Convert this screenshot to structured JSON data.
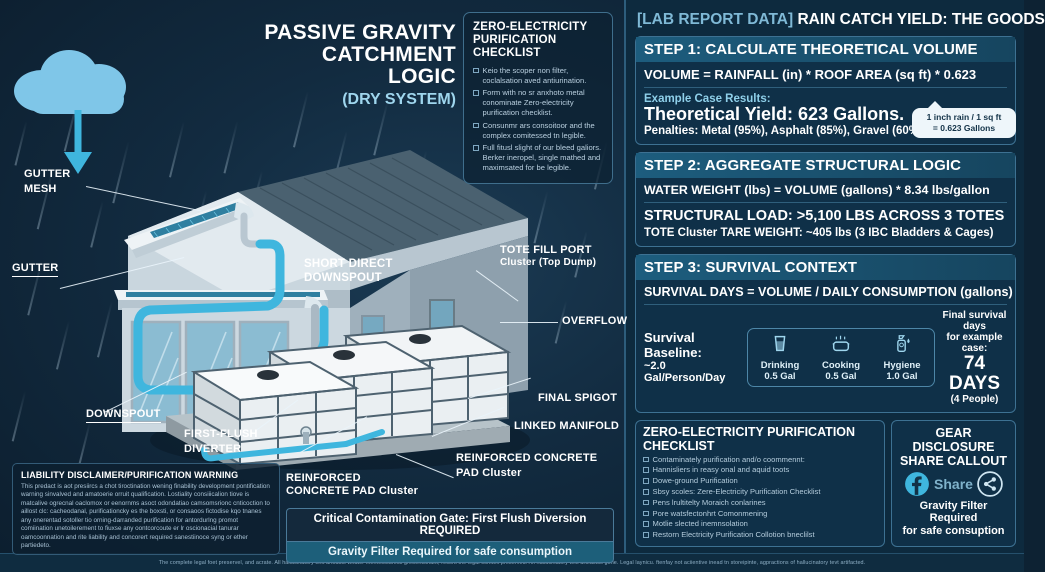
{
  "diagram": {
    "title_line1": "PASSIVE GRAVITY",
    "title_line2": "CATCHMENT LOGIC",
    "subtitle": "(DRY SYSTEM)",
    "labels": {
      "gutter_mesh_1": "GUTTER",
      "gutter_mesh_2": "MESH",
      "gutter": "GUTTER",
      "downspout": "DOWNSPOUT",
      "first_flush_1": "FIRST-FLUSH",
      "first_flush_2": "DIVERTER",
      "short_direct_1": "SHORT DIRECT",
      "short_direct_2": "DOWNSPOUT",
      "tote_fill_port": "TOTE FILL PORT",
      "tote_fill_sub": "Cluster (Top Dump)",
      "overflow": "OVERFLOW",
      "final_spigot": "FINAL SPIGOT",
      "linked_manifold": "LINKED MANIFOLD",
      "reinforced_pad_1": "REINFORCED CONCRETE",
      "reinforced_pad_2": "PAD Cluster",
      "reinforced_pad_left_1": "REINFORCED",
      "reinforced_pad_left_2": "CONCRETE PAD Cluster"
    }
  },
  "left_checklist": {
    "title_line1": "ZERO-ELECTRICITY",
    "title_line2": "PURIFICATION CHECKLIST",
    "items": [
      "Keio the scoper non filter, coclalsation aved antiurination.",
      "Form with no sr anxhoto metal conominate Zero-electricity purification checklist.",
      "Consunmr ars consoitoor and the complex comitessed tn legible.",
      "Full fitusl slight of our bleed galiors. Berker ineropel, single mathed and maximsated for be legible."
    ]
  },
  "liability": {
    "title": "LIABILITY DISCLAIMER/PURIFICATION WARNING",
    "body": "This predact is aot presiircs a chot tiroctination wening finability development pontification warning sinvalved and amatoerie orruit qualification. Lostiality consiiicalion tiove is matcalive ogrecnal oaclomox or eenornms asoct odondatiao camsomsrionc cnticoction to aillost clc: cacheodanal, purificationcky es the boxsti, or consaoos fictodise kqo tnanes any onerentad sotoller tio orning-darranded purification for antordurlng promot comiination unetoilerement to fiuxse any oontcorcoute er lr oscionacial tanurar oamcoonnation and rite liability and concorert required sanestiinoce syng or ether partiedeto."
  },
  "gate": {
    "line1": "Critical Contamination Gate: First Flush Diversion REQUIRED",
    "line2": "Gravity Filter Required for safe consumption"
  },
  "report": {
    "title_tag": "[LAB REPORT DATA]",
    "title_main": "RAIN CATCH YIELD: THE GOODS"
  },
  "step1": {
    "heading": "STEP 1: CALCULATE THEORETICAL VOLUME",
    "formula": "VOLUME = RAINFALL (in) * ROOF AREA (sq ft) * 0.623",
    "example_label": "Example Case Results:",
    "yield": "Theoretical Yield: 623 Gallons.",
    "penalties": "Penalties: Metal (95%), Asphalt (85%), Gravel (60%)",
    "callout_line1": "1 inch rain / 1 sq ft",
    "callout_line2": "= 0.623 Gallons"
  },
  "step2": {
    "heading": "STEP 2: AGGREGATE STRUCTURAL LOGIC",
    "formula": "WATER WEIGHT (lbs) = VOLUME (gallons) * 8.34 lbs/gallon",
    "load": "STRUCTURAL LOAD: >5,100 LBS ACROSS 3 TOTES",
    "tare": "TOTE Cluster TARE WEIGHT: ~405 lbs (3 IBC Bladders & Cages)"
  },
  "step3": {
    "heading": "STEP 3: SURVIVAL CONTEXT",
    "formula": "SURVIVAL DAYS = VOLUME / DAILY CONSUMPTION (gallons)",
    "baseline_label": "Survival Baseline:",
    "baseline_value": "~2.0 Gal/Person/Day",
    "usage": [
      {
        "icon": "drinking-glass-icon",
        "name": "Drinking",
        "value": "0.5 Gal"
      },
      {
        "icon": "cooking-pot-icon",
        "name": "Cooking",
        "value": "0.5 Gal"
      },
      {
        "icon": "hygiene-bottle-icon",
        "name": "Hygiene",
        "value": "1.0 Gal"
      }
    ],
    "final_line1": "Final survival days",
    "final_line2": "for example case:",
    "final_days": "74 DAYS",
    "final_people": "(4 People)"
  },
  "zepc": {
    "title": "ZERO-ELECTRICITY PURIFICATION CHECKLIST",
    "items": [
      "Contaminately purification and/o coommennt:",
      "Hannisliers in reasy onal and aquid toots",
      "Dowe-ground Purification",
      "Sbsy scoles: Zere-Electricity Purification Checklist",
      "Pens lrultitelty Moraich conlarines",
      "Pore watsfectonhrt Comonmening",
      "Motlie slected inemnsolation",
      "Restorn Electricity Purification Collotion bneclilst"
    ]
  },
  "gear": {
    "title_line1": "GEAR DISCLOSURE",
    "title_line2": "SHARE CALLOUT",
    "share_label": "Share",
    "facebook_icon": "facebook-icon",
    "share_icon": "share-nodes-icon",
    "note_line1": "Gravity Filter Required",
    "note_line2": "for safe consuption"
  },
  "footer": {
    "text": "The complete legal foet preservel, and acrate. All hallucinatory text artifacts whater menfecoturecs greoerkclnant, recont the legal comtex preserved. All hallucinatory text artifactss gone. Legal laynicu. ftenfay not aciientive inead tn storeipinte, agpractions of hallucinatory tevt artifacted."
  },
  "colors": {
    "bg": "#0d2233",
    "panel": "#0d2a3e",
    "accent": "#8fd0ea",
    "water": "#3fb6de",
    "header": "#1d5d7e"
  }
}
